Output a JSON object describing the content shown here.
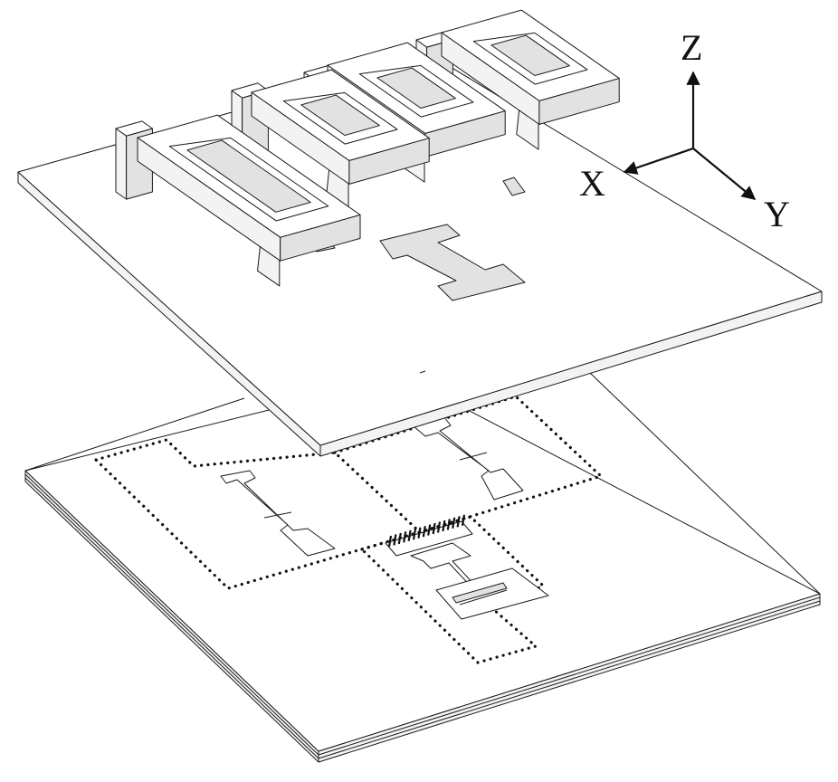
{
  "axes": {
    "z_label": "Z",
    "x_label": "X",
    "y_label": "Y"
  },
  "icons": {
    "axis_arrowhead": "arrowhead-icon"
  },
  "colors": {
    "line": "#1a1a1a",
    "background": "#ffffff"
  }
}
